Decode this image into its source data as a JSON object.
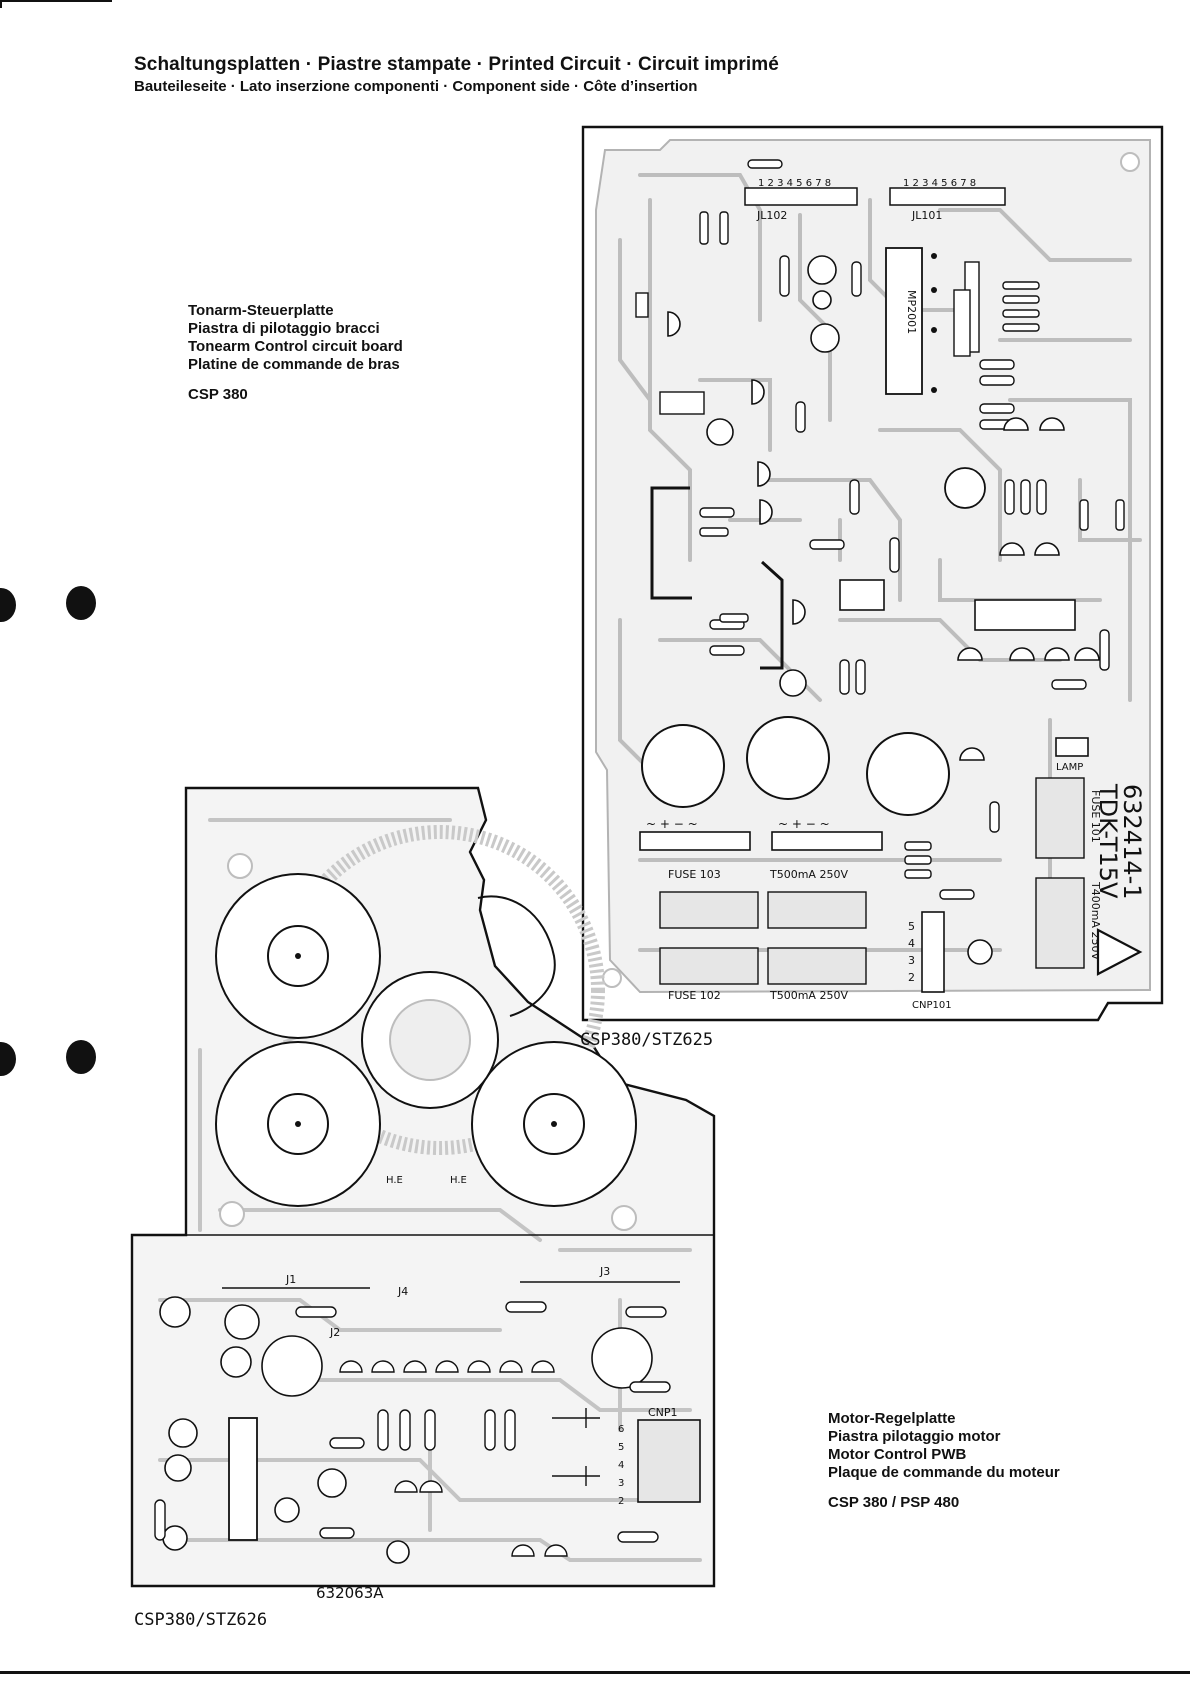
{
  "header": {
    "title": "Schaltungsplatten · Piastre stampate · Printed Circuit · Circuit imprimé",
    "subtitle": "Bauteileseite · Lato inserzione componenti · Component side · Côte d’insertion"
  },
  "tonearm_board": {
    "lines": [
      "Tonarm-Steuerplatte",
      "Piastra di pilotaggio bracci",
      "Tonearm Control circuit board",
      "Platine de commande de bras"
    ],
    "model": "CSP 380",
    "pcb_caption": "CSP380/STZ625",
    "part_number": "632414-1",
    "transformer": "TDK-T15V",
    "fuse_labels": [
      "FUSE 103",
      "T500mA 250V",
      "FUSE 102",
      "T500mA 250V",
      "FUSE 101",
      "T400mA 250V"
    ],
    "ic_label": "MP2001",
    "connector_labels": [
      "JL102",
      "JL101",
      "CNP101",
      "LAMP"
    ]
  },
  "motor_board": {
    "lines": [
      "Motor-Regelplatte",
      "Piastra pilotaggio motor",
      "Motor Control PWB",
      "Plaque de commande du moteur"
    ],
    "model": "CSP 380 / PSP 480",
    "pcb_caption": "CSP380/STZ626",
    "part_number": "632063A",
    "connector_label": "CNP1",
    "hall_labels": [
      "H.E",
      "H.E"
    ]
  },
  "colors": {
    "ink": "#111111",
    "trace": "#bdbdbd",
    "paper": "#ffffff"
  }
}
